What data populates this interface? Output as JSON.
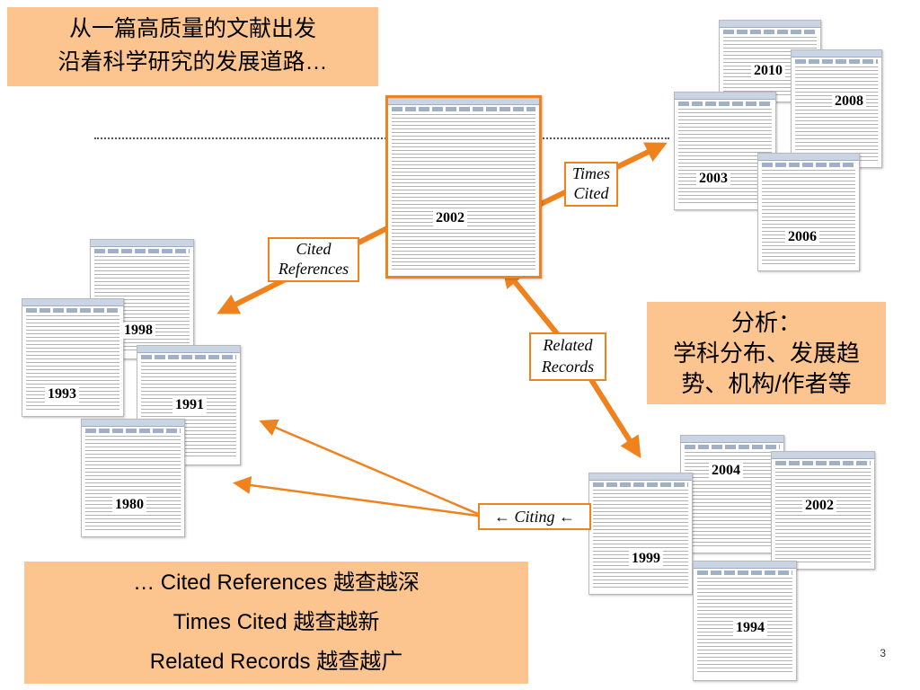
{
  "title_box": {
    "line1": "从一篇高质量的文献出发",
    "line2": "沿着科学研究的发展道路…"
  },
  "labels": {
    "times_cited": {
      "line1": "Times",
      "line2": "Cited"
    },
    "cited_references": {
      "line1": "Cited",
      "line2": "References"
    },
    "related_records": {
      "line1": "Related",
      "line2": "Records"
    },
    "citing": "← Citing ←"
  },
  "analysis_box": {
    "line1": "分析：",
    "line2": "学科分布、发展趋",
    "line3": "势、机构/作者等"
  },
  "bottom_box": {
    "line1": "… Cited References 越查越深",
    "line2": "Times Cited 越查越新",
    "line3": "Related Records 越查越广"
  },
  "years": {
    "center": "2002",
    "y2010": "2010",
    "y2008": "2008",
    "y2003": "2003",
    "y2006": "2006",
    "y1998": "1998",
    "y1993": "1993",
    "y1991": "1991",
    "y1980": "1980",
    "y2004": "2004",
    "y2002r": "2002",
    "y1999": "1999",
    "y1994": "1994"
  },
  "page_number": "3",
  "colors": {
    "accent": "#f0821e",
    "box_fill": "#fcc58f"
  }
}
